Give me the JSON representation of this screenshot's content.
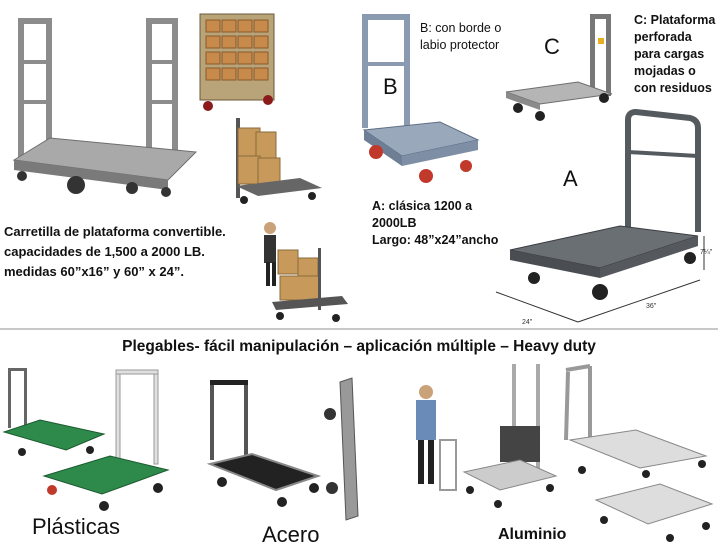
{
  "top": {
    "caption_main": [
      "Carretilla de plataforma convertible.",
      "capacidades de 1,500 a 2000 LB.",
      "medidas 60”x16” y 60” x 24”."
    ],
    "caption_a": [
      "A: clásica 1200 a",
      "2000LB",
      "Largo: 48”x24”ancho"
    ],
    "caption_b": [
      "B: con borde o",
      "labio protector"
    ],
    "caption_c": [
      "C: Plataforma",
      "perforada",
      "para cargas",
      "mojadas o",
      "con residuos"
    ],
    "letter_a": "A",
    "letter_b": "B",
    "letter_c": "C",
    "dim_height": "7¼\"",
    "dim_width": "24\"",
    "dim_length": "36\""
  },
  "bottom": {
    "headline": "Plegables- fácil manipulación – aplicación múltiple – Heavy duty",
    "label_plasticas": "Plásticas",
    "label_acero": "Acero",
    "label_aluminio": "Aluminio"
  },
  "colors": {
    "gray_cart": "#8c8c8c",
    "blue_gray_cart": "#8a9ab0",
    "dark_deck": "#555a5e",
    "green_deck": "#2d8a4a",
    "wood_box": "#c79a5c",
    "red_wheel": "#c0392b"
  }
}
